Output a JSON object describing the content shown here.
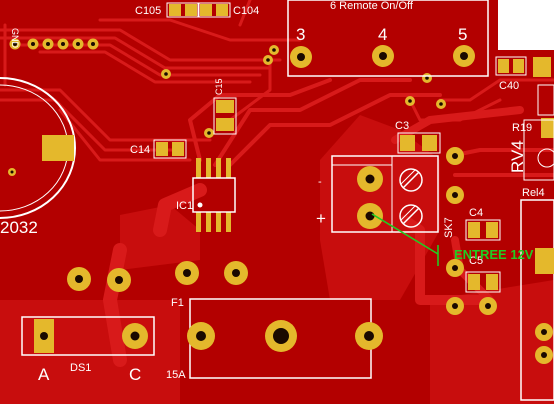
{
  "board": {
    "colors": {
      "copper_dark": "#b30000",
      "copper_trace": "#d81a1a",
      "pad_gold": "#e4b82c",
      "pad_hole": "#1a0a00",
      "silkscreen": "#ffffff",
      "annotation": "#22cc22"
    },
    "labels": {
      "c105": "C105",
      "c104": "C104",
      "remote": "6 Remote On/Off",
      "gnd": "GND",
      "n3": "3",
      "n4": "4",
      "n5": "5",
      "c40": "C40",
      "c15": "C15",
      "c14": "C14",
      "c3": "C3",
      "r19": "R19",
      "rv4": "RV4",
      "rel4": "Rel4",
      "ic1": "IC1",
      "battery": "2032",
      "minus": "-",
      "plus": "+",
      "sk7": "SK7",
      "c4": "C4",
      "c5": "C5",
      "entree": "ENTREE 12V",
      "f1": "F1",
      "fuse_rating": "15A",
      "ds1": "DS1",
      "anode": "A",
      "cathode": "C"
    }
  }
}
